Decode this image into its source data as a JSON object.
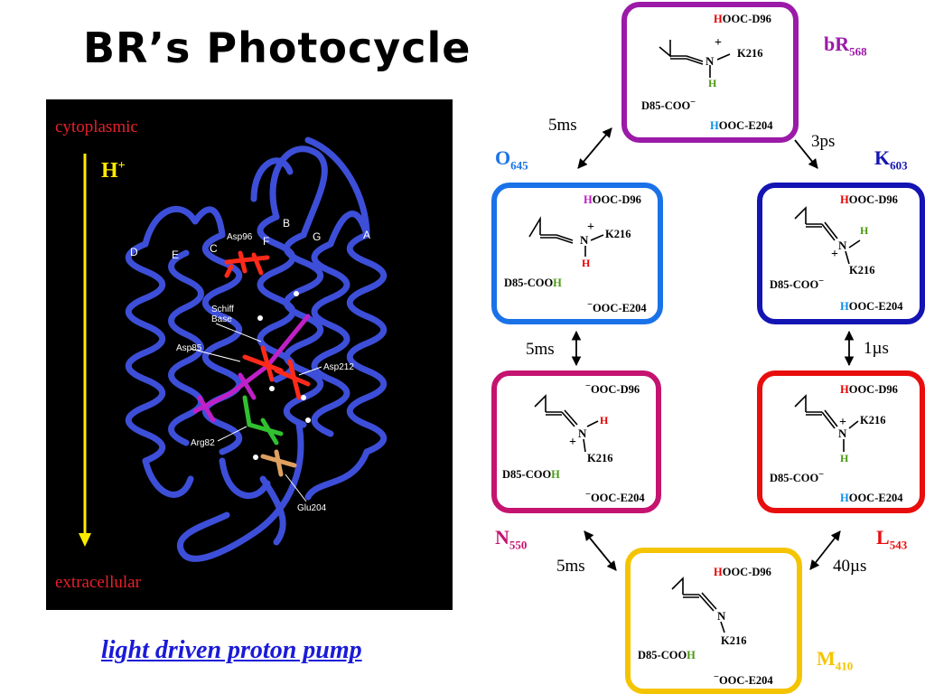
{
  "title": "BR’s Photocycle",
  "subtitle": "light driven proton pump",
  "figure": {
    "top_label": "cytoplasmic",
    "bottom_label": "extracellular",
    "proton_label": "H",
    "proton_charge": "+",
    "helices": [
      "A",
      "B",
      "C",
      "D",
      "E",
      "F",
      "G"
    ],
    "residues": [
      "Asp96",
      "Schiff Base",
      "Asp85",
      "Asp212",
      "Arg82",
      "Glu204"
    ],
    "colors": {
      "helix": "#3d4fd8",
      "asp": "#ff2a1a",
      "retinal": "#c020c8",
      "arg": "#30c030",
      "glu": "#e0a060",
      "arrow": "#ffeb00"
    }
  },
  "states": {
    "bR": {
      "name": "bR",
      "sub": "568",
      "color": "#9b1aa8",
      "top_right": "HOOC-D96",
      "top_h": "H",
      "bottom_left": "D85-COO",
      "bottom_left_sup": "−",
      "bottom_right": "HOOC-E204",
      "bottom_h": "H",
      "lys": "K216",
      "nh": "H",
      "charge": "+"
    },
    "K": {
      "name": "K",
      "sub": "603",
      "color": "#1414b4",
      "top_right": "HOOC-D96",
      "top_h": "H",
      "bottom_left": "D85-COO",
      "bottom_left_sup": "−",
      "bottom_right": "HOOC-E204",
      "bottom_h": "H",
      "lys": "K216",
      "nh": "H",
      "charge": "+"
    },
    "L": {
      "name": "L",
      "sub": "543",
      "color": "#e80e0e",
      "top_right": "HOOC-D96",
      "top_h": "H",
      "bottom_left": "D85-COO",
      "bottom_left_sup": "−",
      "bottom_right": "HOOC-E204",
      "bottom_h": "H",
      "lys": "K216",
      "nh": "H",
      "charge": "+"
    },
    "M": {
      "name": "M",
      "sub": "410",
      "color": "#f5c400",
      "top_right": "HOOC-D96",
      "top_h": "H",
      "bottom_left": "D85-COO",
      "bottom_left_h": "H",
      "bottom_right": "OOC-E204",
      "bottom_right_sup": "−",
      "lys": "K216",
      "n": "N"
    },
    "N": {
      "name": "N",
      "sub": "550",
      "color": "#c41470",
      "top_right": "OOC-D96",
      "top_sup": "−",
      "bottom_left": "D85-COO",
      "bottom_left_h": "H",
      "bottom_right": "OOC-E204",
      "bottom_right_sup": "−",
      "lys": "K216",
      "nh": "H",
      "charge": "+"
    },
    "O": {
      "name": "O",
      "sub": "645",
      "color": "#1a72e8",
      "top_right": "HOOC-D96",
      "top_h": "H",
      "bottom_left": "D85-COO",
      "bottom_left_h": "H",
      "bottom_right": "OOC-E204",
      "bottom_right_sup": "−",
      "lys": "K216",
      "nh": "H",
      "charge": "+"
    }
  },
  "transitions": [
    {
      "from": "bR",
      "to": "K",
      "time": "3ps"
    },
    {
      "from": "K",
      "to": "L",
      "time": "1µs"
    },
    {
      "from": "L",
      "to": "M",
      "time": "40µs"
    },
    {
      "from": "M",
      "to": "N",
      "time": "5ms"
    },
    {
      "from": "N",
      "to": "O",
      "time": "5ms"
    },
    {
      "from": "O",
      "to": "bR",
      "time": "5ms"
    }
  ]
}
